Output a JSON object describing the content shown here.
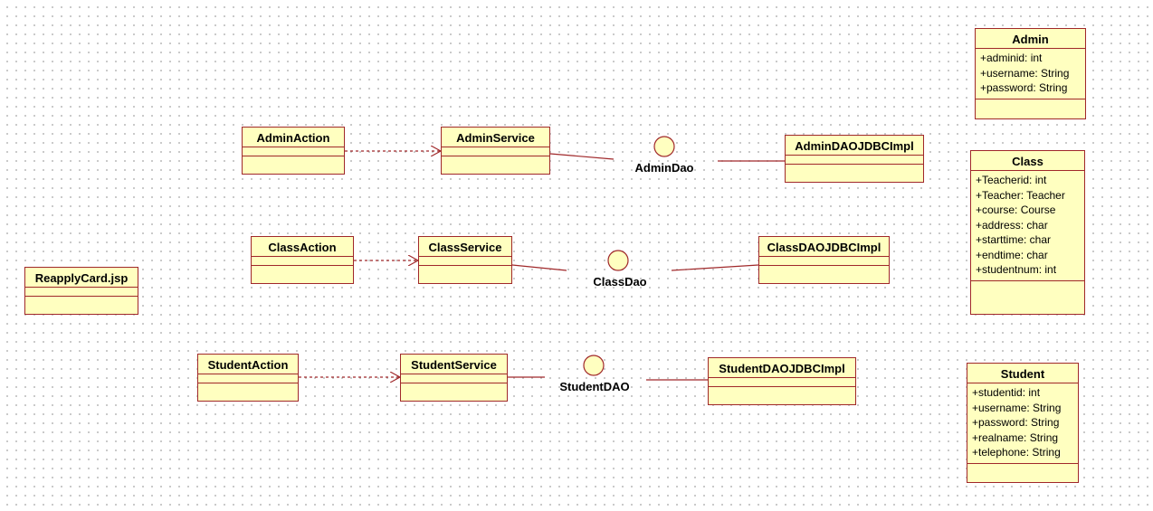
{
  "diagram": {
    "classes": {
      "admin_action": {
        "name": "AdminAction",
        "attributes": []
      },
      "admin_service": {
        "name": "AdminService",
        "attributes": []
      },
      "admin_dao_impl": {
        "name": "AdminDAOJDBCImpl",
        "attributes": []
      },
      "class_action": {
        "name": "ClassAction",
        "attributes": []
      },
      "class_service": {
        "name": "ClassService",
        "attributes": []
      },
      "class_dao_impl": {
        "name": "ClassDAOJDBCImpl",
        "attributes": []
      },
      "student_action": {
        "name": "StudentAction",
        "attributes": []
      },
      "student_service": {
        "name": "StudentService",
        "attributes": []
      },
      "student_dao_impl": {
        "name": "StudentDAOJDBCImpl",
        "attributes": []
      },
      "reapply_card": {
        "name": "ReapplyCard.jsp",
        "attributes": []
      },
      "admin": {
        "name": "Admin",
        "attributes": [
          "+adminid: int",
          "+username: String",
          "+password: String"
        ]
      },
      "class": {
        "name": "Class",
        "attributes": [
          "+Teacherid: int",
          "+Teacher: Teacher",
          "+course: Course",
          "+address: char",
          "+starttime: char",
          "+endtime: char",
          "+studentnum: int"
        ]
      },
      "student": {
        "name": "Student",
        "attributes": [
          "+studentid: int",
          "+username: String",
          "+password: String",
          "+realname: String",
          "+telephone: String"
        ]
      }
    },
    "interfaces": {
      "admin_dao": {
        "name": "AdminDao"
      },
      "class_dao": {
        "name": "ClassDao"
      },
      "student_dao": {
        "name": "StudentDAO"
      }
    },
    "relationships": [
      {
        "type": "dependency",
        "from": "admin_action",
        "to": "admin_service"
      },
      {
        "type": "dependency",
        "from": "class_action",
        "to": "class_service"
      },
      {
        "type": "dependency",
        "from": "student_action",
        "to": "student_service"
      },
      {
        "type": "association",
        "from": "admin_service",
        "to": "admin_dao"
      },
      {
        "type": "realization",
        "from": "admin_dao_impl",
        "to": "admin_dao"
      },
      {
        "type": "association",
        "from": "class_service",
        "to": "class_dao"
      },
      {
        "type": "realization",
        "from": "class_dao_impl",
        "to": "class_dao"
      },
      {
        "type": "association",
        "from": "student_service",
        "to": "student_dao"
      },
      {
        "type": "realization",
        "from": "student_dao_impl",
        "to": "student_dao"
      }
    ],
    "colors": {
      "fill": "#ffffc0",
      "border": "#a0282a",
      "text": "#000000"
    }
  }
}
